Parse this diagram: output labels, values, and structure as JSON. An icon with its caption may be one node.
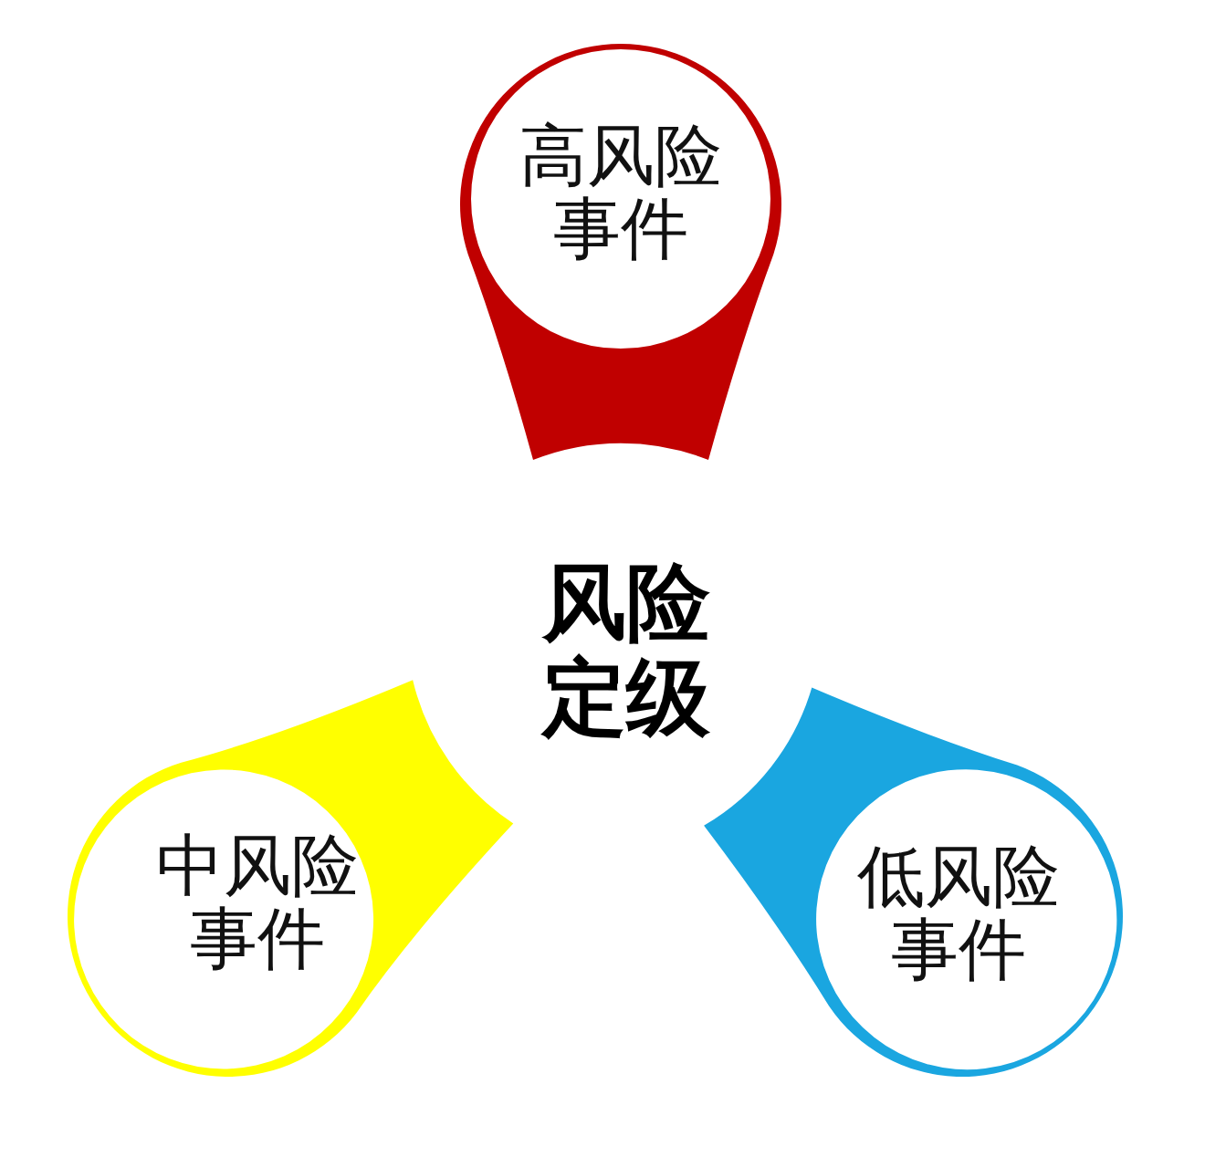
{
  "diagram": {
    "title": "风险定级",
    "nodes": [
      {
        "text": [
          "高风险事件"
        ]
      },
      {
        "text": [
          "中风险事件"
        ]
      },
      {
        "text": [
          "低风险事件"
        ]
      }
    ]
  }
}
